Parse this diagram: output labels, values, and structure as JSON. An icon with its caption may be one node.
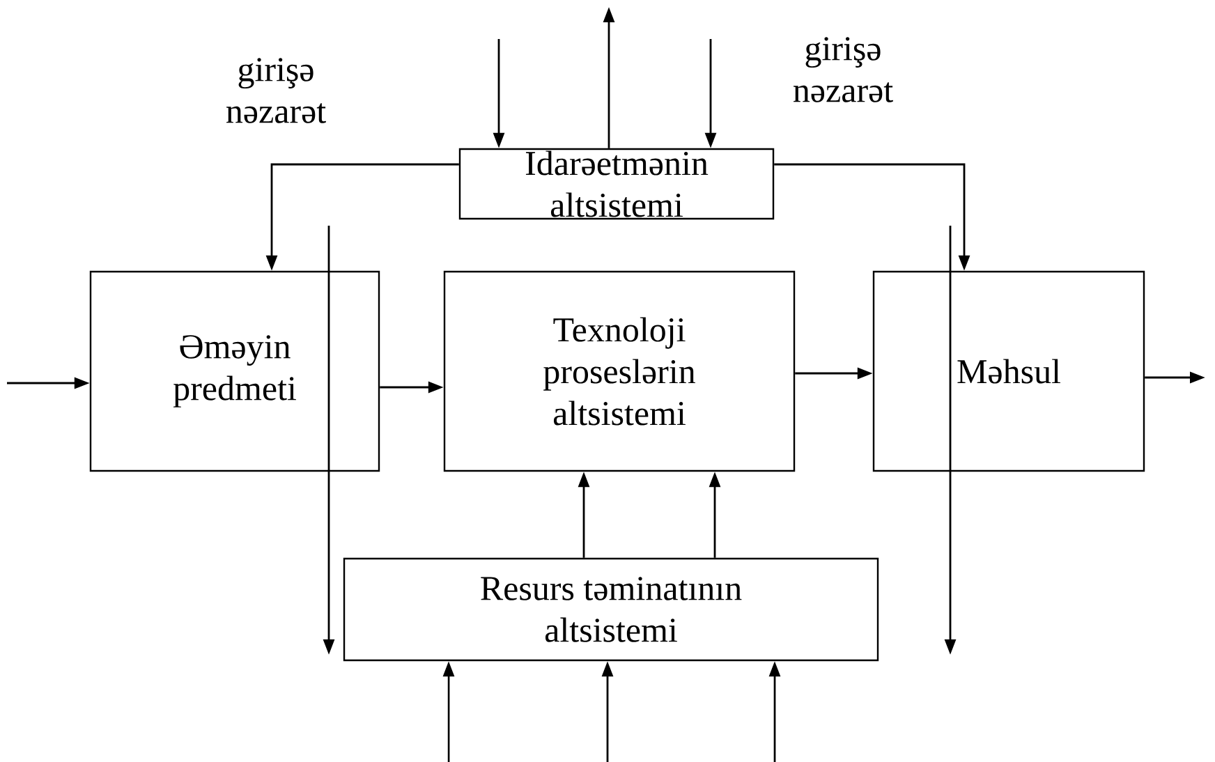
{
  "diagram": {
    "nodes": [
      {
        "text": [
          "Idarəetmənin altsistemi"
        ]
      },
      {
        "text": [
          "Əməyin predmeti"
        ]
      },
      {
        "text": [
          "Texnoloji proseslərin altsistemi"
        ]
      },
      {
        "text": [
          "Məhsul"
        ]
      },
      {
        "text": [
          "Resurs təminatının altsistemi"
        ]
      }
    ],
    "edges": [
      {
        "from": null,
        "to": 0,
        "arrow": "to"
      },
      {
        "from": 0,
        "to": null,
        "arrow": "to"
      },
      {
        "from": null,
        "to": 0,
        "arrow": "to"
      },
      {
        "from": 0,
        "to": 1,
        "arrow": "to"
      },
      {
        "from": 0,
        "to": 3,
        "arrow": "to"
      },
      {
        "from": null,
        "to": 1,
        "arrow": "to"
      },
      {
        "from": 1,
        "to": 2,
        "arrow": "to"
      },
      {
        "from": 2,
        "to": 3,
        "arrow": "to"
      },
      {
        "from": 3,
        "to": null,
        "arrow": "to"
      },
      {
        "from": 4,
        "to": 2,
        "arrow": "to"
      },
      {
        "from": 4,
        "to": 2,
        "arrow": "to"
      },
      {
        "from": null,
        "to": 4,
        "arrow": "to"
      },
      {
        "from": null,
        "to": 4,
        "arrow": "to"
      },
      {
        "from": null,
        "to": 4,
        "arrow": "to"
      }
    ],
    "labels": [
      "girişə nəzarət",
      "girişə nəzarət"
    ]
  }
}
